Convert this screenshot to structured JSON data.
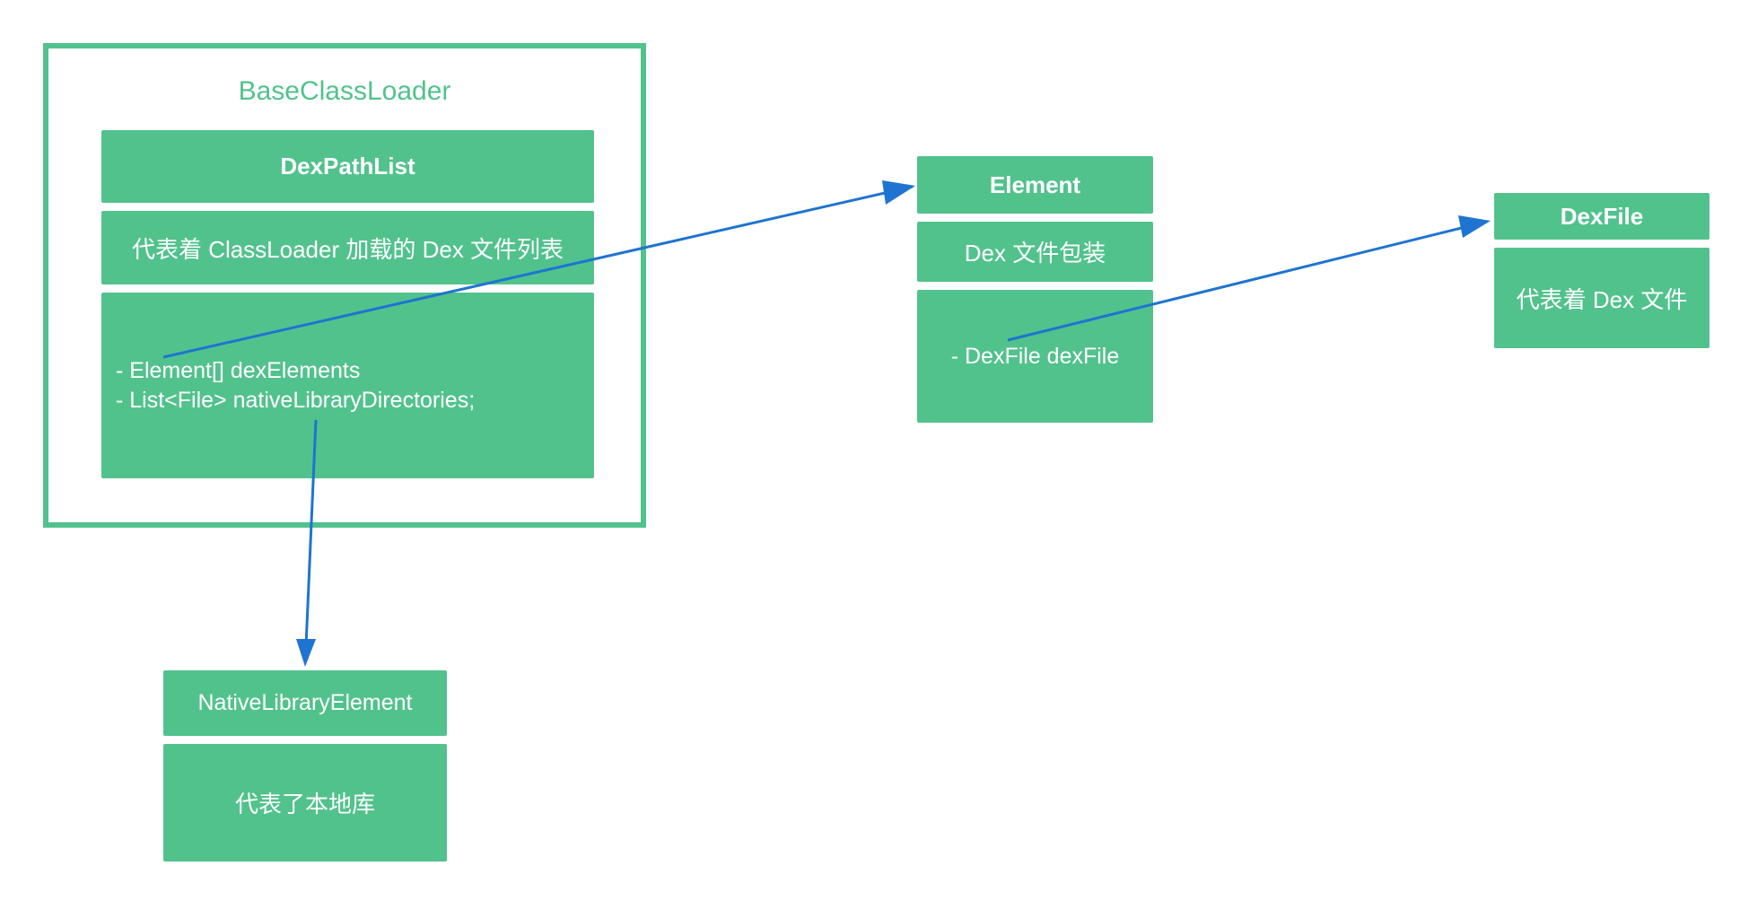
{
  "base_class_loader": {
    "title": "BaseClassLoader"
  },
  "dex_path_list": {
    "title": "DexPathList",
    "description": "代表着 ClassLoader 加载的 Dex 文件列表",
    "fields": [
      "- Element[] dexElements",
      "- List<File> nativeLibraryDirectories;"
    ]
  },
  "element": {
    "title": "Element",
    "description": "Dex 文件包装",
    "fields": [
      "- DexFile dexFile"
    ]
  },
  "dex_file": {
    "title": "DexFile",
    "description": "代表着 Dex 文件"
  },
  "native_library_element": {
    "title": "NativeLibraryElement",
    "description": "代表了本地库"
  },
  "colors": {
    "box_fill": "#52c28d",
    "box_text": "#ffffff",
    "frame_border": "#52c28d",
    "arrow": "#1f74d1"
  }
}
